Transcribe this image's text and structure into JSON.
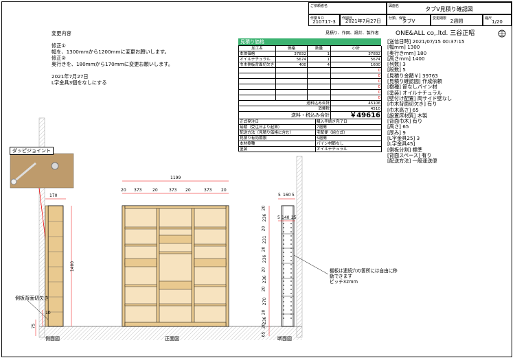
{
  "title_block": {
    "client_label": "ご依頼者名",
    "drawing_label": "図面名",
    "drawing_name": "タブV見積り確認図",
    "work_no_label": "作業ＮＯ",
    "work_no": "210717-3",
    "date_label": "作図日",
    "date": "2021年7月27日",
    "category_label": "分類、保管",
    "category": "タブV",
    "change_label": "変更期限",
    "change": "2週間",
    "scale_label": "縮尺",
    "scale": "1/20",
    "services": "見積り、作図、設計、製作者",
    "company": "ONE&ALL co,.ltd. 三谷正昭"
  },
  "change_note": {
    "lines": [
      "変更内容",
      "",
      "修正①",
      "幅を、1300mmから1200mmに変更お願いします。",
      "修正②",
      "奥行きを、180mmから170mmに変更お願いします。",
      "",
      "2021年7月27日",
      "L字金具3個をなしにする"
    ]
  },
  "estimate": {
    "title": "見積り価格",
    "headers": [
      "加工名",
      "価格",
      "数量",
      "小計"
    ],
    "rows": [
      [
        "本体価格",
        "37832",
        "1",
        "37832"
      ],
      [
        "オイルナチュラル",
        "5674",
        "1",
        "5674"
      ],
      [
        "巾木側板背面切欠き",
        "400",
        "4",
        "1600"
      ],
      [
        "",
        "",
        "",
        "0"
      ],
      [
        "",
        "",
        "",
        "0"
      ],
      [
        "",
        "",
        "",
        "0"
      ],
      [
        "",
        "",
        "",
        "0"
      ],
      [
        "",
        "",
        "",
        "0"
      ],
      [
        "",
        "",
        "",
        "0"
      ]
    ],
    "subtotal_label": "送料込み合計",
    "subtotal": "45106",
    "tax_label": "消費税",
    "tax": "4510",
    "total_label": "送料・税込み合計",
    "total": "￥49616",
    "info": [
      [
        "正式発注日",
        "購入手続き完了日"
      ],
      [
        "納期（受注日より起算）",
        "7週間"
      ],
      [
        "配送方法（見積り価格に含む）",
        "宅配便（組立式）"
      ],
      [
        "見積り有効期限",
        "5週間"
      ],
      [
        "本材樹種",
        "パイン材節なし"
      ],
      [
        "塗装",
        "オイルナチュラル"
      ]
    ]
  },
  "spec_lines": [
    "[送信日時] 2021/07/15 00:37:15",
    "[幅mm] 1300",
    "[奥行きmm] 180",
    "[高さmm] 1400",
    "[列数] 3",
    "[段数] 5",
    "[見積り金額￥] 39763",
    "[見積り確認図] 作成依頼",
    "[樹種] 節なしパイン材",
    "[塗装] オイルナチュラル",
    "[壁付け配置] 両サイド壁なし",
    "[巾木背面切欠き] 有り",
    "[巾木高さ] 65",
    "[設置床材質] 木製",
    "[背面巾木] 有り",
    "[高さ] 65",
    "[厚み] 9",
    "[L字金具25] 3",
    "[L字金具45]",
    "[側板分割] 標準",
    "[背面スペース] 有り",
    "[配送方法] 一般運送便"
  ],
  "drawing": {
    "joint_label": "ダッピジョイント",
    "side_cut_label": "側板背面切欠き",
    "side_width": "170",
    "side_height": "1400",
    "side_small": "10",
    "base_height": "75",
    "overall_width": "1199",
    "col_dims": [
      "20",
      "373",
      "20",
      "373",
      "20",
      "373",
      "20"
    ],
    "section_top": [
      "5",
      "160",
      "5"
    ],
    "section_inner": [
      "5",
      "140",
      "25"
    ],
    "section_dims": [
      "20",
      "236",
      "20",
      "231",
      "20",
      "236",
      "20",
      "236",
      "20",
      "270",
      "20",
      "236",
      "20",
      "65"
    ],
    "shelf_note": [
      "棚板は連続穴の箇所には自由に移",
      "動できます",
      "ピッチ32mm"
    ],
    "side_caption": "側面図",
    "front_caption": "正面図",
    "section_caption": "断面図"
  }
}
